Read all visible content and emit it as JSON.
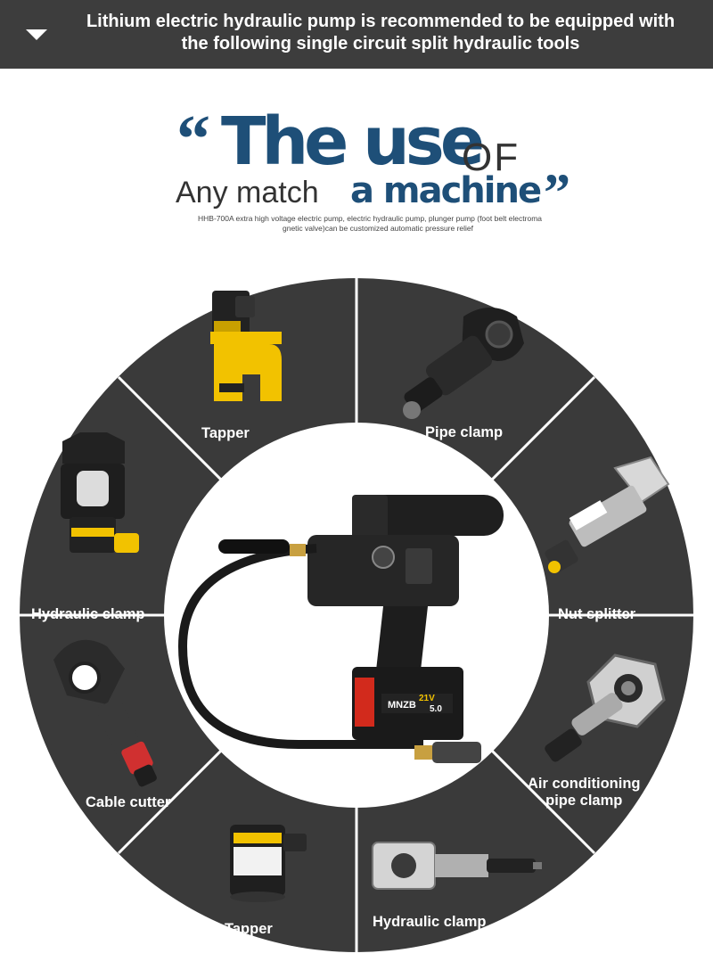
{
  "banner": {
    "line1": "Lithium electric hydraulic pump is recommended to be equipped with",
    "line2": "the following single circuit split hydraulic tools",
    "icon": "chevron-down-icon"
  },
  "headline": {
    "quote_open": "“",
    "the_use": "The use",
    "of": "OF",
    "any_match": "Any match",
    "a_machine": "a machine",
    "quote_close": "”",
    "note_line1": "HHB-700A extra high voltage electric pump, electric hydraulic pump, plunger pump (foot belt electroma",
    "note_line2": "gnetic valve)can be customized automatic pressure relief"
  },
  "wheel": {
    "colors": {
      "ring": "#3a3a3a",
      "divider": "#ffffff",
      "center": "#ffffff",
      "accent": "#f2c200"
    },
    "segments": [
      {
        "label": "Tapper",
        "icon": "hole-punch-tool-icon"
      },
      {
        "label": "Pipe clamp",
        "icon": "crimping-head-icon"
      },
      {
        "label": "Nut splitter",
        "icon": "nut-splitter-icon"
      },
      {
        "label": "Air conditioning",
        "label2": "pipe clamp",
        "icon": "hose-crimper-icon"
      },
      {
        "label": "Hydraulic clamp",
        "icon": "hydraulic-clamp-icon"
      },
      {
        "label": "Tapper",
        "icon": "hole-punch-cylinder-icon"
      },
      {
        "label": "Cable cutter",
        "icon": "cable-cutter-icon"
      },
      {
        "label": "Hydraulic clamp",
        "icon": "crimping-tool-icon"
      }
    ],
    "center": {
      "icon": "electric-hydraulic-pump-icon",
      "battery_brand": "MNZB",
      "battery_voltage": "21V",
      "battery_capacity": "5.0"
    }
  }
}
